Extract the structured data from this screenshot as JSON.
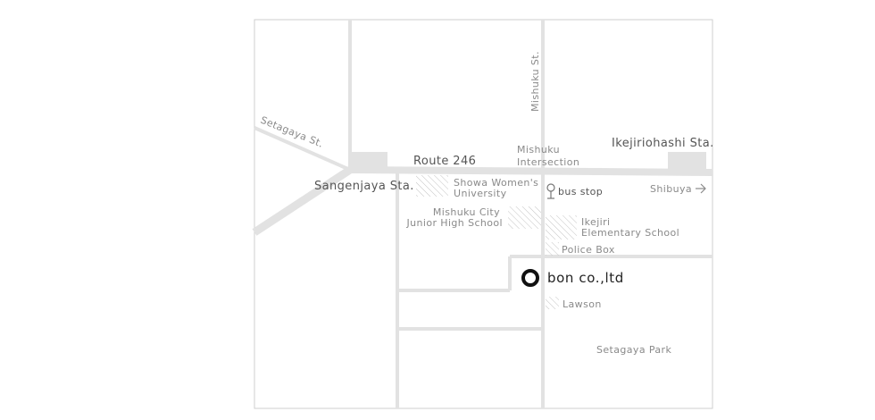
{
  "map": {
    "company": "bon co.,ltd",
    "stations": {
      "sangenjaya": "Sangenjaya Sta.",
      "ikejiriohashi": "Ikejiriohashi Sta."
    },
    "roads": {
      "route246": "Route 246",
      "setagaya_st": "Setagaya St.",
      "mishuku_st": "Mishuku St."
    },
    "intersection": [
      "Mishuku",
      "Intersection"
    ],
    "landmarks": {
      "showa": [
        "Showa Women's",
        "University"
      ],
      "mishuku_school": [
        "Mishuku City",
        "Junior High School"
      ],
      "ikejiri_school": [
        "Ikejiri",
        "Elementary School"
      ],
      "police_box": "Police Box",
      "lawson": "Lawson",
      "park": "Setagaya Park",
      "bus_stop": "bus stop",
      "shibuya": "Shibuya"
    },
    "colors": {
      "road": "#e2e2e2",
      "label": "#8a8a8a",
      "marker": "#111111"
    }
  }
}
